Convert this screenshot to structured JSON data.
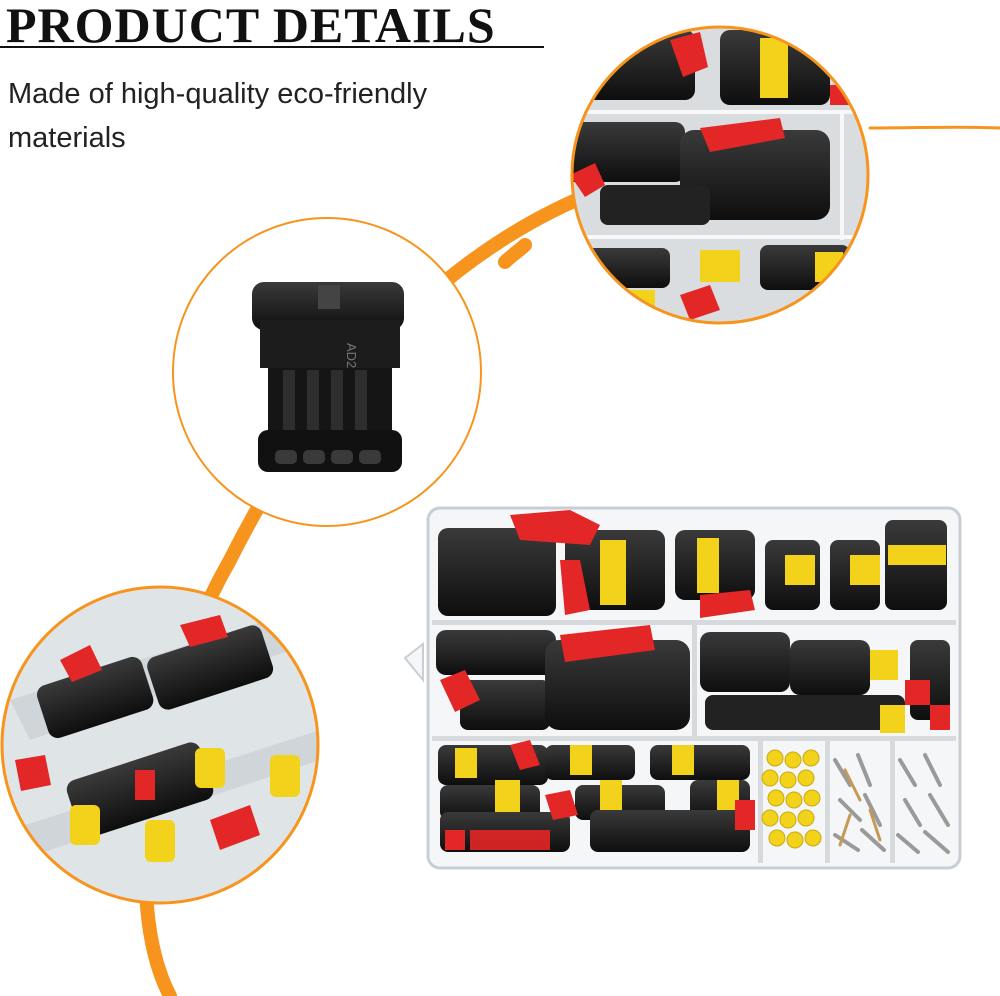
{
  "heading": {
    "title": "PRODUCT DETAILS"
  },
  "description": {
    "text": "Made of high-quality eco-friendly materials"
  },
  "product": {
    "connector_marking": "AD2"
  },
  "colors": {
    "accent_orange": "#f7941d",
    "connector_black": "#1b1b1b",
    "seal_yellow": "#f2d21a",
    "lock_red": "#e32626",
    "case_clear": "#eef2f5"
  },
  "icons": [
    "connector-closeup-image",
    "assorted-connectors-image",
    "organizer-box-image"
  ]
}
